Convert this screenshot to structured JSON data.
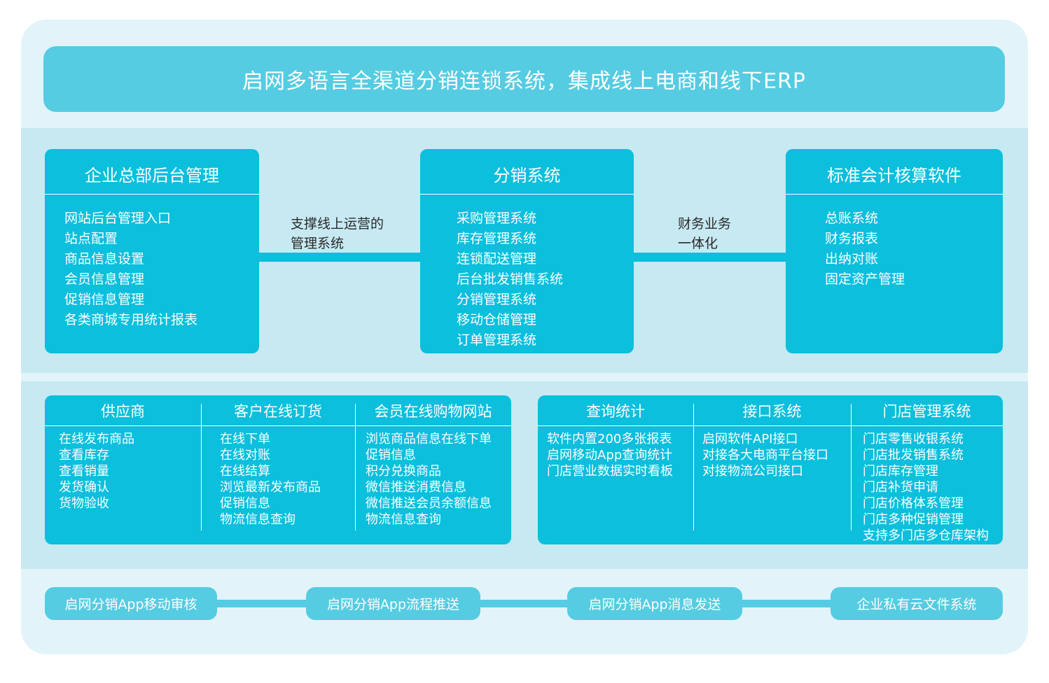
{
  "banner": {
    "title": "启网多语言全渠道分销连锁系统，集成线上电商和线下ERP"
  },
  "top_boxes": [
    {
      "title": "企业总部后台管理",
      "items": [
        "网站后台管理入口",
        "站点配置",
        "商品信息设置",
        "会员信息管理",
        "促销信息管理",
        "各类商城专用统计报表"
      ]
    },
    {
      "title": "分销系统",
      "items": [
        "采购管理系统",
        "库存管理系统",
        "连锁配送管理",
        "后台批发销售系统",
        "分销管理系统",
        "移动仓储管理",
        "订单管理系统"
      ]
    },
    {
      "title": "标准会计核算软件",
      "items": [
        "总账系统",
        "财务报表",
        "出纳对账",
        "固定资产管理"
      ]
    }
  ],
  "connectors": [
    {
      "line1": "支撑线上运营的",
      "line2": "管理系统"
    },
    {
      "line1": "财务业务",
      "line2": "一体化"
    }
  ],
  "groups": [
    {
      "columns": [
        {
          "title": "供应商",
          "items": [
            "在线发布商品",
            "查看库存",
            "查看销量",
            "发货确认",
            "货物验收"
          ]
        },
        {
          "title": "客户在线订货",
          "items": [
            "在线下单",
            "在线对账",
            "在线结算",
            "浏览最新发布商品",
            "促销信息",
            "物流信息查询"
          ]
        },
        {
          "title": "会员在线购物网站",
          "items": [
            "浏览商品信息在线下单",
            "促销信息",
            "积分兑换商品",
            "微信推送消费信息",
            "微信推送会员余额信息",
            "物流信息查询"
          ]
        }
      ]
    },
    {
      "columns": [
        {
          "title": "查询统计",
          "items": [
            "软件内置200多张报表",
            "启网移动App查询统计",
            "门店营业数据实时看板"
          ]
        },
        {
          "title": "接口系统",
          "items": [
            "启网软件API接口",
            "对接各大电商平台接口",
            "对接物流公司接口"
          ]
        },
        {
          "title": "门店管理系统",
          "items": [
            "门店零售收银系统",
            "门店批发销售系统",
            "门店库存管理",
            "门店补货申请",
            "门店价格体系管理",
            "门店多种促销管理",
            "支持多门店多仓库架构"
          ]
        }
      ]
    }
  ],
  "bottom_buttons": [
    {
      "label": "启网分销App移动审核"
    },
    {
      "label": "启网分销App流程推送"
    },
    {
      "label": "启网分销App消息发送"
    },
    {
      "label": "企业私有云文件系统"
    }
  ],
  "colors": {
    "panel": "#e2f4fa",
    "band": "#c7e9f2",
    "box_cyan": "#0bbfdd",
    "banner_cyan": "#55cce2",
    "box_text": "#ffffff",
    "label_text": "#2a2a2a"
  }
}
